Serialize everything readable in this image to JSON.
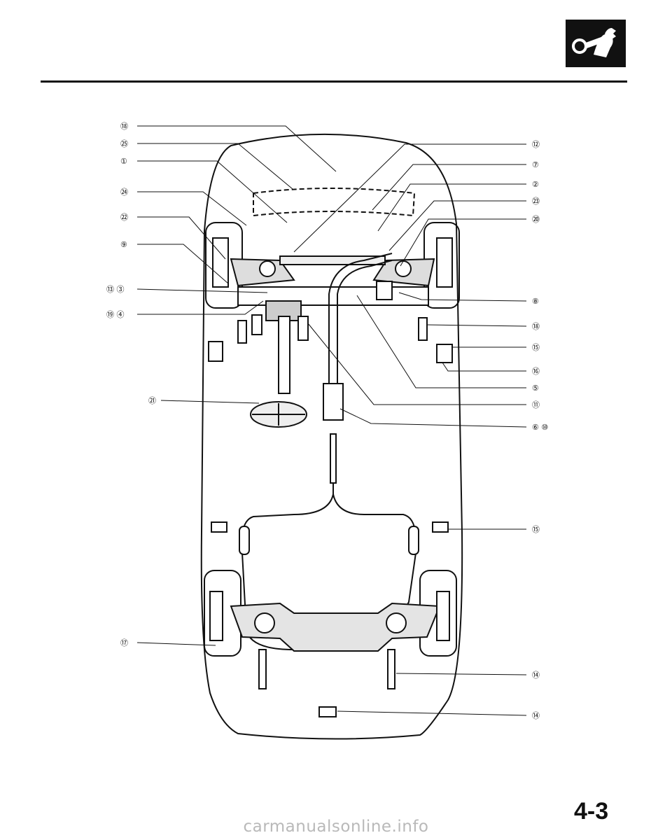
{
  "header": {
    "icon": "wrench-fist-icon"
  },
  "callouts": {
    "left": [
      "⑱",
      "㉕",
      "①",
      "㉔",
      "㉒",
      "⑨",
      "⑬ ③",
      "⑲ ④",
      "㉑",
      "⑰"
    ],
    "right": [
      "⑫",
      "⑦",
      "②",
      "㉓",
      "⑳",
      "⑧",
      "⑱",
      "⑮",
      "⑯",
      "⑤",
      "⑪",
      "⑥ ⑩",
      "⑮",
      "⑭",
      "⑭"
    ]
  },
  "footer": {
    "page_number": "4-3"
  },
  "watermark": "carmanualsonline.info"
}
